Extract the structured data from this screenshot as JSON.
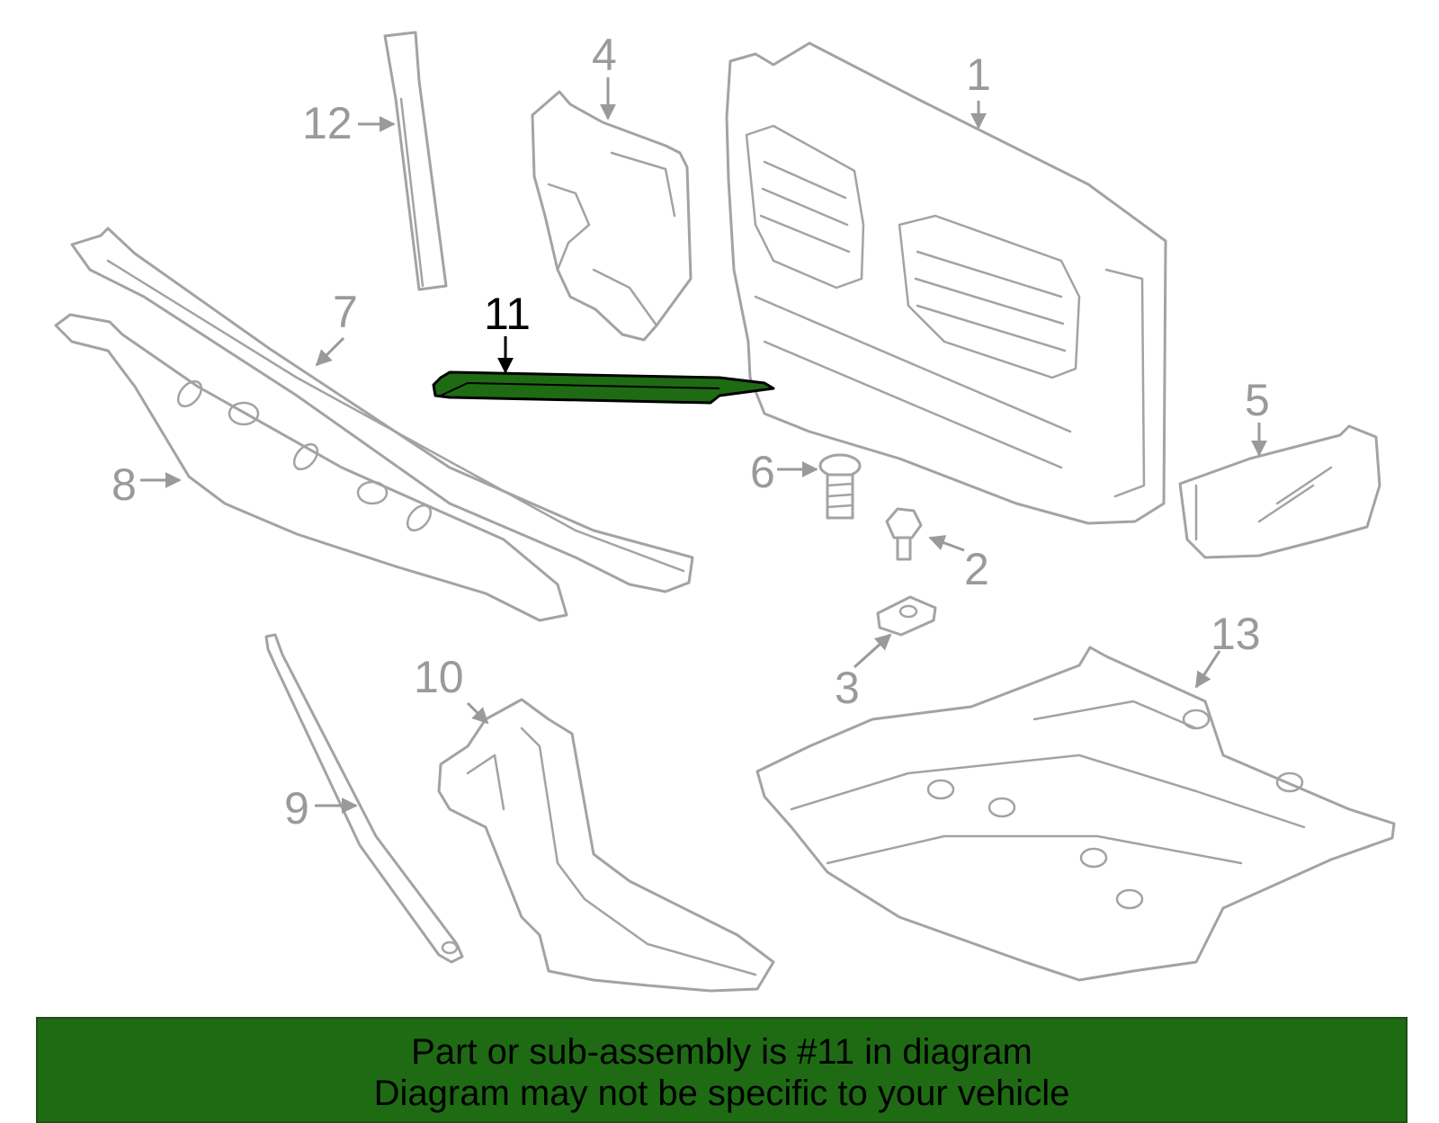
{
  "diagram": {
    "highlight_color": "#1e6b14",
    "banner_color": "#1e6b14",
    "parts": [
      {
        "id": "1",
        "label": "1"
      },
      {
        "id": "2",
        "label": "2"
      },
      {
        "id": "3",
        "label": "3"
      },
      {
        "id": "4",
        "label": "4"
      },
      {
        "id": "5",
        "label": "5"
      },
      {
        "id": "6",
        "label": "6"
      },
      {
        "id": "7",
        "label": "7"
      },
      {
        "id": "8",
        "label": "8"
      },
      {
        "id": "9",
        "label": "9"
      },
      {
        "id": "10",
        "label": "10"
      },
      {
        "id": "11",
        "label": "11",
        "highlighted": true
      },
      {
        "id": "12",
        "label": "12"
      },
      {
        "id": "13",
        "label": "13"
      }
    ]
  },
  "banner": {
    "line1": "Part or sub-assembly is #11 in diagram",
    "line2": "Diagram may not be specific to your vehicle"
  }
}
